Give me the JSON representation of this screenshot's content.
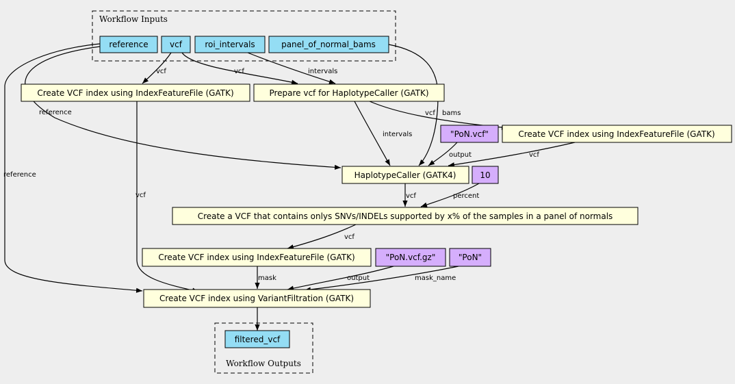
{
  "colors": {
    "io": "#94DDF4",
    "step": "#FFFFDD",
    "const": "#D5AEFC",
    "background": "#EEEEEE"
  },
  "clusters": {
    "inputs": "Workflow Inputs",
    "outputs": "Workflow Outputs"
  },
  "inputs": {
    "reference": "reference",
    "vcf": "vcf",
    "roi_intervals": "roi_intervals",
    "panel_of_normal_bams": "panel_of_normal_bams"
  },
  "steps": {
    "index1": "Create VCF index using IndexFeatureFile (GATK)",
    "prepare": "Prepare vcf for HaplotypeCaller (GATK)",
    "index2": "Create VCF index using IndexFeatureFile (GATK)",
    "haplotype": "HaplotypeCaller (GATK4)",
    "create_pon": "Create a VCF that contains onlys SNVs/INDELs supported by x% of the samples in a panel of normals",
    "index3": "Create VCF index using IndexFeatureFile (GATK)",
    "filtration": "Create VCF index using VariantFiltration (GATK)"
  },
  "constants": {
    "pon_vcf": "\"PoN.vcf\"",
    "ten": "10",
    "pon_vcf_gz": "\"PoN.vcf.gz\"",
    "pon": "\"PoN\""
  },
  "outputs": {
    "filtered_vcf": "filtered_vcf"
  },
  "edge_labels": {
    "vcf_to_index1": "vcf",
    "vcf_to_prepare": "vcf",
    "intervals_to_prepare": "intervals",
    "reference_to_haplotype": "reference",
    "reference_to_filtration": "reference",
    "index1_to_filtration": "vcf",
    "prepare_to_index2": "vcf",
    "pon_bams_to_haplotype": "bams",
    "prepare_to_haplotype": "intervals",
    "pon_vcf_to_haplotype": "output",
    "index2_to_haplotype": "vcf",
    "haplotype_to_create_pon": "vcf",
    "ten_to_create_pon": "percent",
    "create_pon_to_index3": "vcf",
    "index3_to_filtration": "mask",
    "pon_vcf_gz_to_filtration": "output",
    "pon_to_filtration": "mask_name"
  }
}
